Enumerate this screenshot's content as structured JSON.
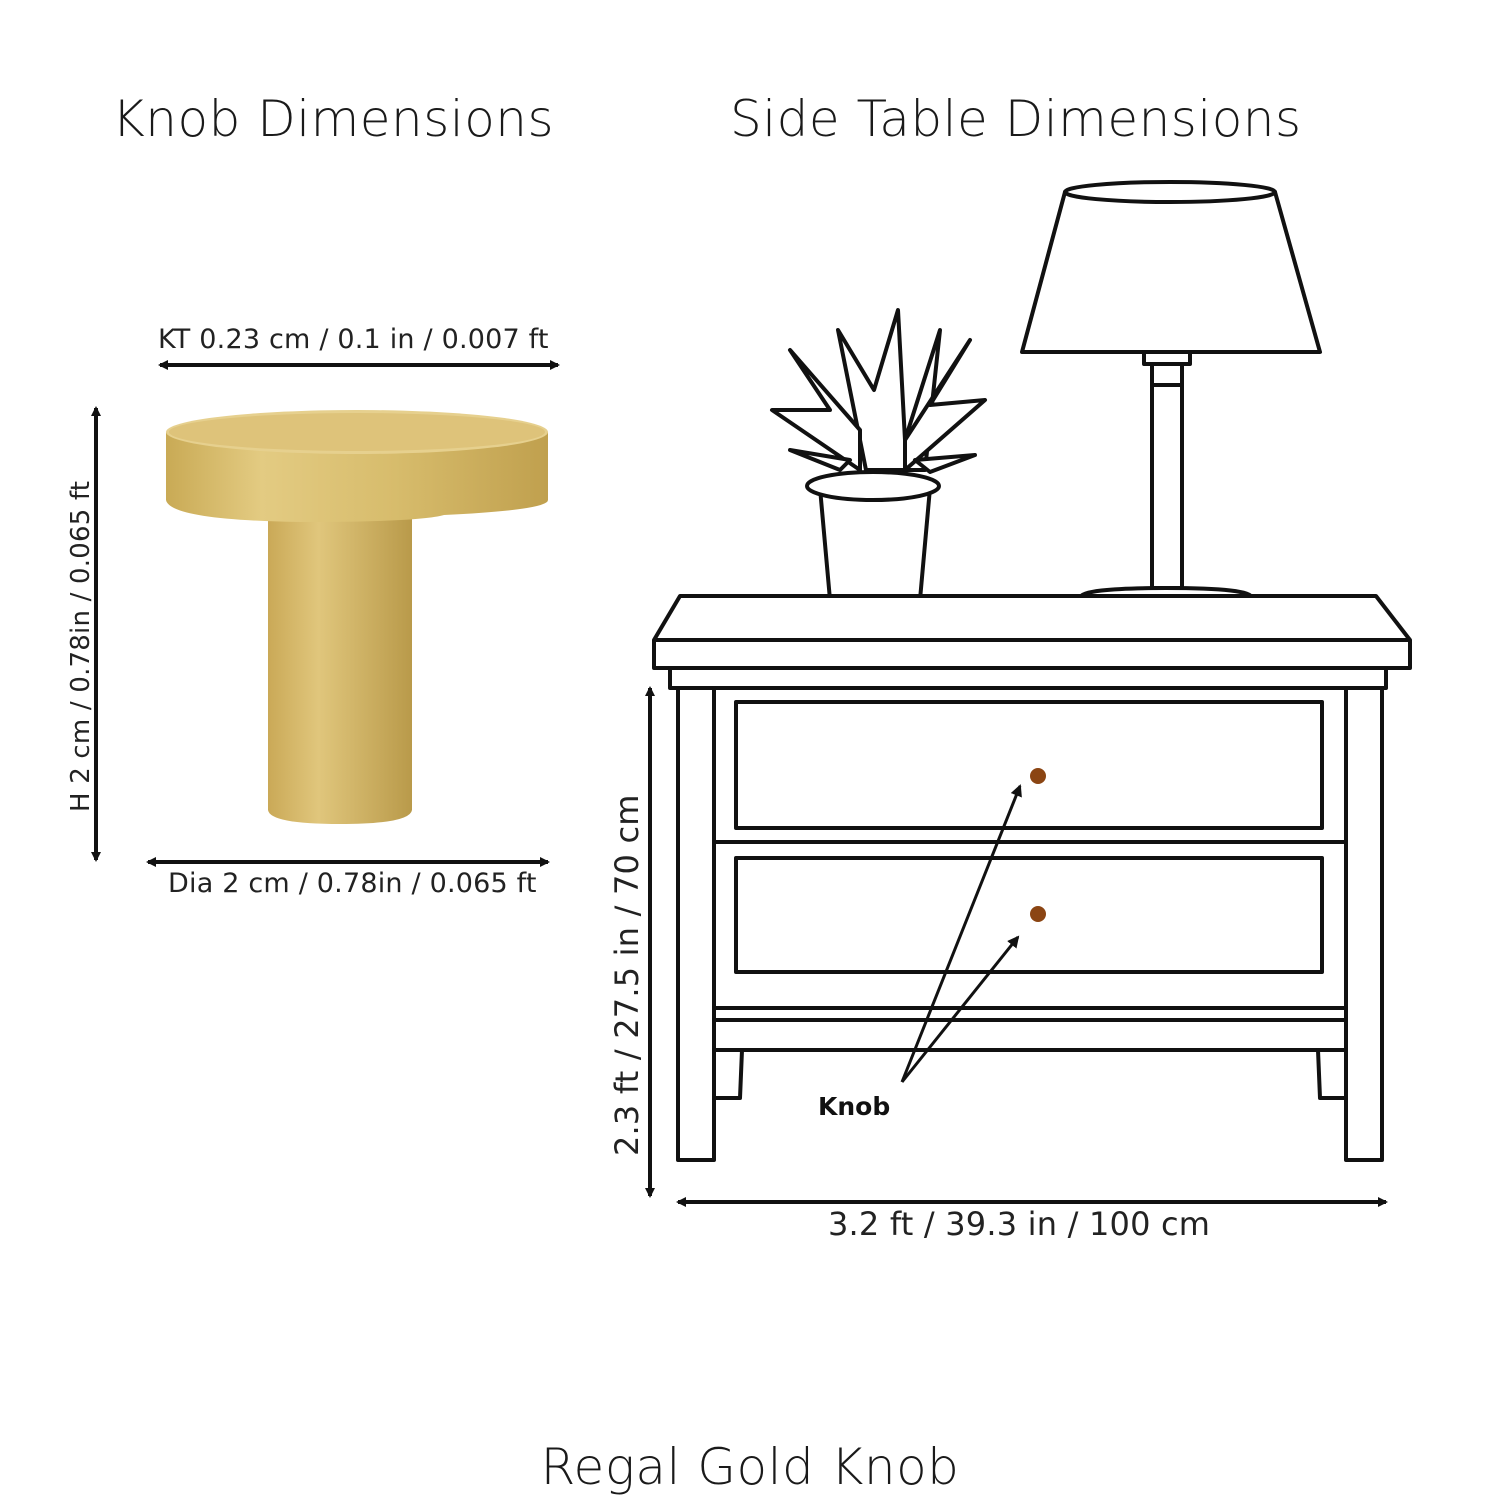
{
  "titles": {
    "knob": "Knob Dimensions",
    "table": "Side Table Dimensions",
    "product": "Regal Gold Knob"
  },
  "knob_dimensions": {
    "top_thickness": "KT 0.23 cm / 0.1 in / 0.007 ft",
    "height": "H 2 cm / 0.78in / 0.065 ft",
    "diameter": "Dia 2 cm / 0.78in / 0.065 ft"
  },
  "table_dimensions": {
    "height": "2.3 ft / 27.5 in / 70 cm",
    "width": "3.2 ft / 39.3 in / 100 cm"
  },
  "callout": {
    "label": "Knob"
  },
  "colors": {
    "knob_gold": "#d4b868",
    "knob_dot": "#8b4513",
    "line": "#111111"
  }
}
